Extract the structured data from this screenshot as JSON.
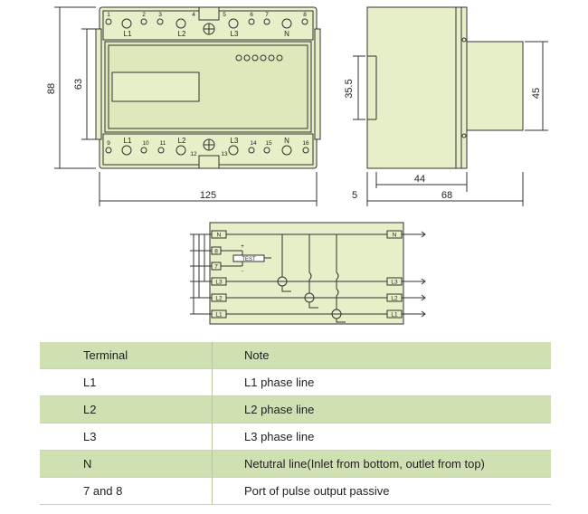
{
  "colors": {
    "body_fill": "#e6efc8",
    "table_shade": "#cfe0b3",
    "line": "#333333"
  },
  "front_view": {
    "top_terminals": [
      "1",
      "2",
      "3",
      "4",
      "5",
      "6",
      "7",
      "8"
    ],
    "top_phase_labels": [
      "L1",
      "L2",
      "L3",
      "N"
    ],
    "bottom_terminals": [
      "9",
      "10",
      "11",
      "12",
      "13",
      "14",
      "15",
      "16"
    ],
    "bottom_phase_labels": [
      "L1",
      "L2",
      "L3",
      "N"
    ],
    "dim_total_height": "88",
    "dim_inner_height": "63",
    "dim_width": "125"
  },
  "side_view": {
    "dim_35_5": "35.5",
    "dim_45": "45",
    "dim_5": "5",
    "dim_44": "44",
    "dim_68": "68"
  },
  "wiring": {
    "left_terminals": [
      "N",
      "8",
      "7",
      "L3",
      "L2",
      "L1"
    ],
    "right_terminals": [
      "N",
      "L3",
      "L2",
      "L1"
    ],
    "test_label": "TEST",
    "plus": "+",
    "minus": "-"
  },
  "table": {
    "header": [
      "Terminal",
      "Note"
    ],
    "rows": [
      [
        "L1",
        "L1 phase line"
      ],
      [
        "L2",
        "L2 phase line"
      ],
      [
        "L3",
        "L3 phase line"
      ],
      [
        "N",
        "Netutral line(Inlet from bottom, outlet from top)"
      ],
      [
        "7 and 8",
        "Port of pulse output passive"
      ]
    ]
  }
}
